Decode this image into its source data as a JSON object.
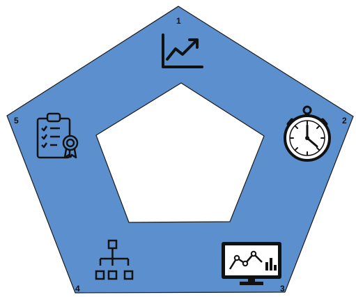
{
  "diagram": {
    "colors": {
      "fill": "#5b8fce",
      "stroke": "#1a1a1a",
      "inner_fill": "#ffffff",
      "icon": "#111111",
      "text": "#111111"
    },
    "segments": [
      {
        "number": "1",
        "icon": "line-chart-icon"
      },
      {
        "number": "2",
        "icon": "stopwatch-icon"
      },
      {
        "number": "3",
        "icon": "analytics-monitor-icon"
      },
      {
        "number": "4",
        "icon": "org-chart-icon"
      },
      {
        "number": "5",
        "icon": "certificate-clipboard-icon"
      }
    ]
  }
}
